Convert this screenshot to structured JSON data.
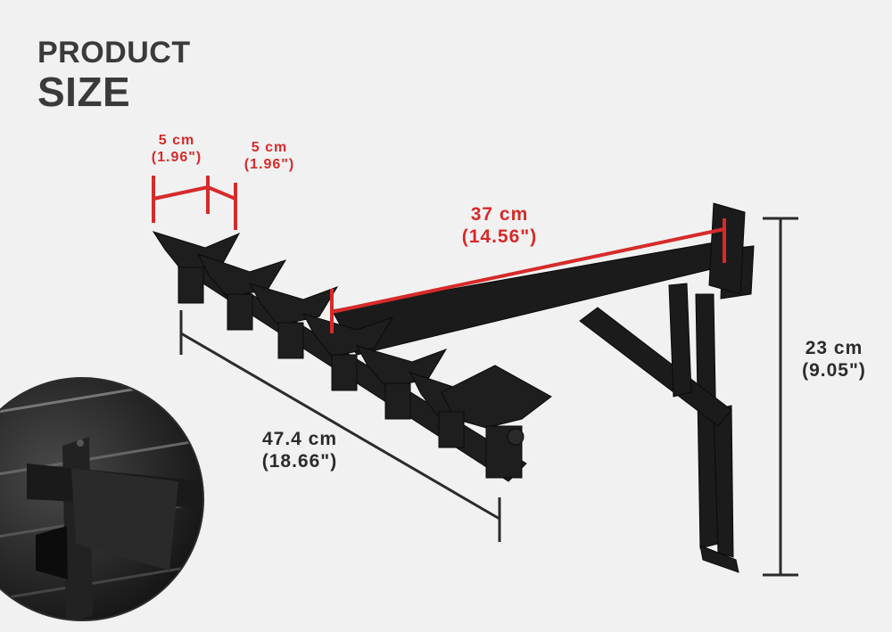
{
  "heading": {
    "line1": "PRODUCT",
    "line2": "SIZE"
  },
  "dimensions": {
    "slot_width_1": {
      "metric": "5 cm",
      "imperial": "(1.96\")"
    },
    "slot_width_2": {
      "metric": "5 cm",
      "imperial": "(1.96\")"
    },
    "arm_length": {
      "metric": "37 cm",
      "imperial": "(14.56\")"
    },
    "shelf_depth": {
      "metric": "47.4 cm",
      "imperial": "(18.66\")"
    },
    "height": {
      "metric": "23 cm",
      "imperial": "(9.05\")"
    }
  },
  "colors": {
    "accent": "#d72a2a",
    "dimension_dark": "#2b2b2b",
    "product": "#1b1b1b",
    "background": "#f1f1f1"
  }
}
